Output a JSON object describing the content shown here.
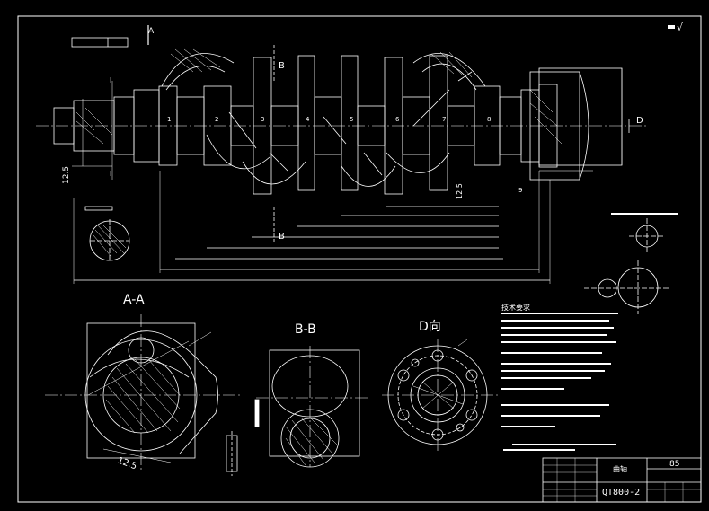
{
  "drawing": {
    "section_labels": {
      "aa": "A-A",
      "bb": "B-B",
      "d_view": "D向"
    },
    "cut_markers": {
      "a": "A",
      "b_top": "B",
      "b_bottom": "B",
      "d": "D",
      "i_top": "I",
      "i_bottom": "I"
    },
    "journal_numbers": [
      "1",
      "2",
      "3",
      "4",
      "5",
      "6",
      "7",
      "8",
      "9"
    ],
    "dimensions": {
      "left_dia": "12.5",
      "aa_dia": "12.5",
      "mid_dia": "12.5"
    },
    "roughness_symbol": "√",
    "tech_requirements_title": "技术要求",
    "title_block": {
      "part_name": "曲轴",
      "material": "QT800-2",
      "scale": "85"
    }
  }
}
